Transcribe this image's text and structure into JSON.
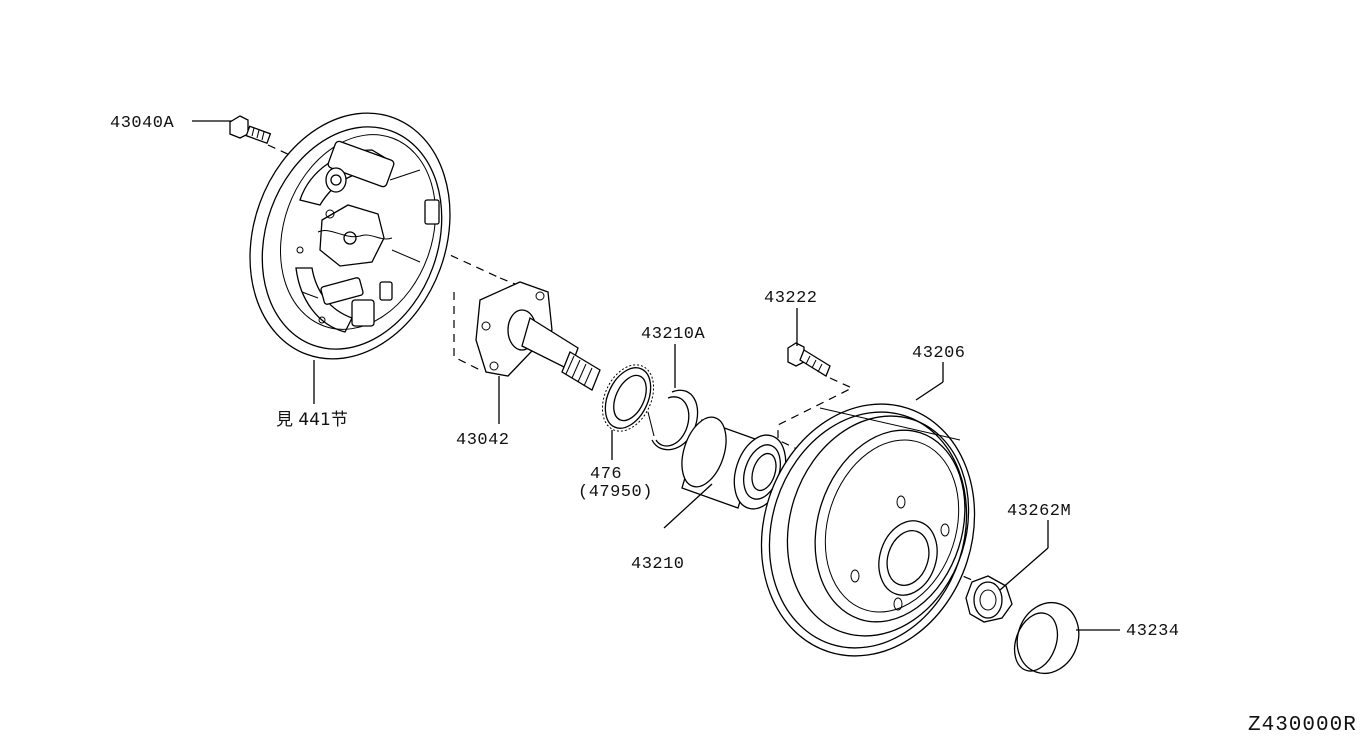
{
  "diagram_code": "Z430000R",
  "parts": {
    "p43040A": "43040A",
    "ref441": "見 441节",
    "p43042": "43042",
    "p476": "476",
    "p47950": "(47950)",
    "p43210A": "43210A",
    "p43210": "43210",
    "p43222": "43222",
    "p43206": "43206",
    "p43262M": "43262M",
    "p43234": "43234"
  }
}
